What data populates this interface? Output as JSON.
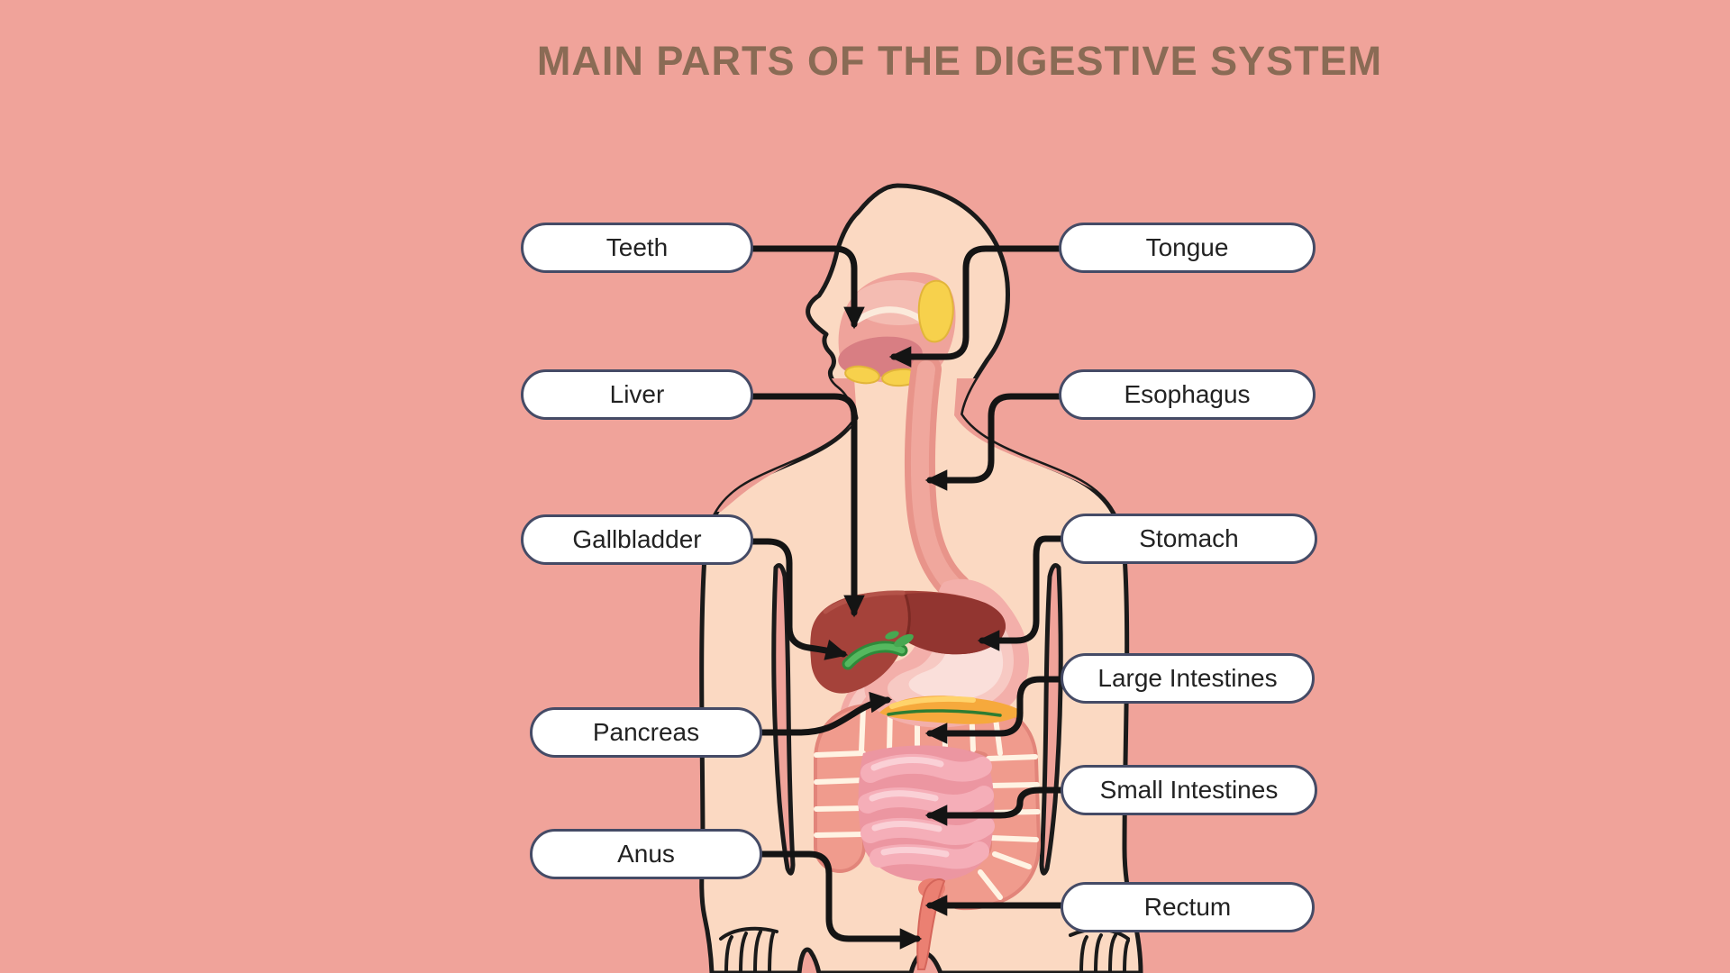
{
  "title": "MAIN PARTS OF THE DIGESTIVE SYSTEM",
  "labels": {
    "left": [
      {
        "id": "teeth",
        "text": "Teeth"
      },
      {
        "id": "liver",
        "text": "Liver"
      },
      {
        "id": "gallbladder",
        "text": "Gallbladder"
      },
      {
        "id": "pancreas",
        "text": "Pancreas"
      },
      {
        "id": "anus",
        "text": "Anus"
      }
    ],
    "right": [
      {
        "id": "tongue",
        "text": "Tongue"
      },
      {
        "id": "esophagus",
        "text": "Esophagus"
      },
      {
        "id": "stomach",
        "text": "Stomach"
      },
      {
        "id": "large_intestines",
        "text": "Large Intestines"
      },
      {
        "id": "small_intestines",
        "text": "Small Intestines"
      },
      {
        "id": "rectum",
        "text": "Rectum"
      }
    ]
  },
  "colors": {
    "background": "#F0A39A",
    "title": "#8A6B55",
    "label_fill": "#FFFFFF",
    "label_border": "#454B66",
    "label_text": "#222222",
    "connector": "#141414",
    "outline": "#1A1A1A",
    "skin": "#FBD9C2",
    "chest": "#EC9C93",
    "oral_cavity": "#EFA39B",
    "tongue_fill": "#D87E83",
    "salivary": "#F7D14C",
    "esophagus_fill": "#E8948A",
    "liver_fill": "#A5423A",
    "gallbladder_fill": "#3E9C47",
    "stomach_fill": "#F3AFAA",
    "pancreas_fill": "#F6A93C",
    "large_intestine_fill": "#F09B8D",
    "small_intestine_fill": "#F5AEB8",
    "rectum_fill": "#EB8072"
  }
}
